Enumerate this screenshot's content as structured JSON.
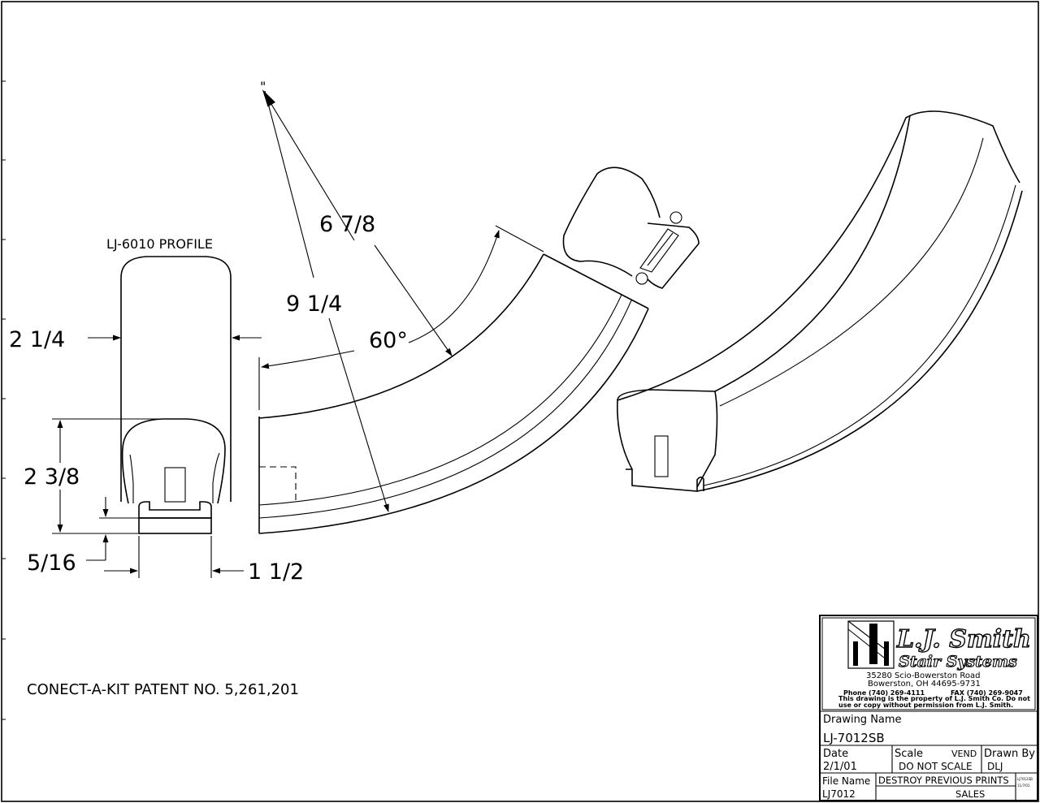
{
  "profile": {
    "title": "LJ-6010 PROFILE",
    "width_top": "2 1/4",
    "height": "2 3/8",
    "plow_depth": "5/16",
    "base_width": "1 1/2"
  },
  "plan": {
    "chord_long": "9 1/4",
    "chord_short": "6 7/8",
    "angle": "60°",
    "radius_mark": "\""
  },
  "patent": "CONECT-A-KIT PATENT NO. 5,261,201",
  "title_block": {
    "company_line1": "L.J. Smith",
    "company_line2": "Stair Systems",
    "address1": "35280 Scio-Bowerston Road",
    "address2": "Bowerston, OH 44695-9731",
    "phone": "Phone (740) 269-4111",
    "fax": "FAX (740) 269-9047",
    "notice1": "This drawing is the property of L.J. Smith Co. Do not",
    "notice2": "use or copy without permission from L.J. Smith.",
    "drawing_name_label": "Drawing Name",
    "drawing_name": "LJ-7012SB",
    "date_label": "Date",
    "date": "2/1/01",
    "scale_label": "Scale",
    "scale_vendor": "VEND",
    "scale_value": "DO NOT SCALE",
    "drawn_by_label": "Drawn By",
    "drawn_by": "DLJ",
    "file_name_label": "File Name",
    "file_name": "LJ7012",
    "destroy_note": "DESTROY PREVIOUS PRINTS",
    "sales": "SALES",
    "revision_code": "LJ7012SB",
    "revision_date": "11/7/01"
  }
}
